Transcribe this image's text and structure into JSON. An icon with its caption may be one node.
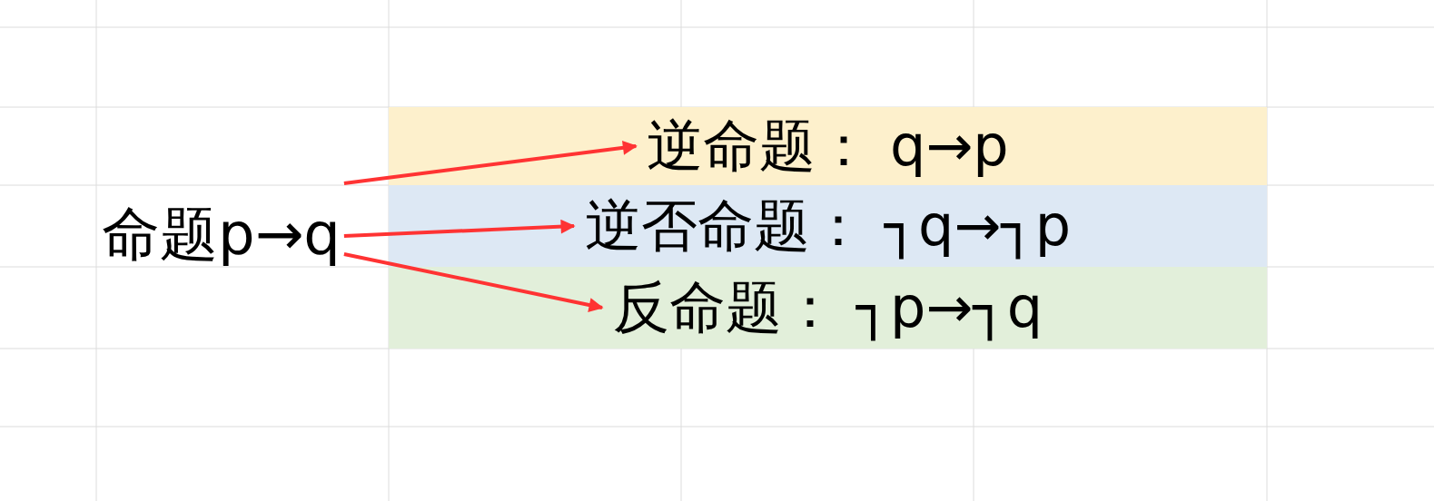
{
  "diagram": {
    "nodes": [
      {
        "text": [
          "命题p→q"
        ]
      },
      {
        "text": [
          "逆命题： q→p"
        ]
      },
      {
        "text": [
          "逆否命题： ┐q→┐p"
        ]
      },
      {
        "text": [
          "反命题： ┐p→┐q"
        ]
      }
    ],
    "edges": [
      {
        "from": 0,
        "to": 1,
        "arrow": "to"
      },
      {
        "from": 0,
        "to": 2,
        "arrow": "to"
      },
      {
        "from": 0,
        "to": 3,
        "arrow": "to"
      }
    ]
  }
}
